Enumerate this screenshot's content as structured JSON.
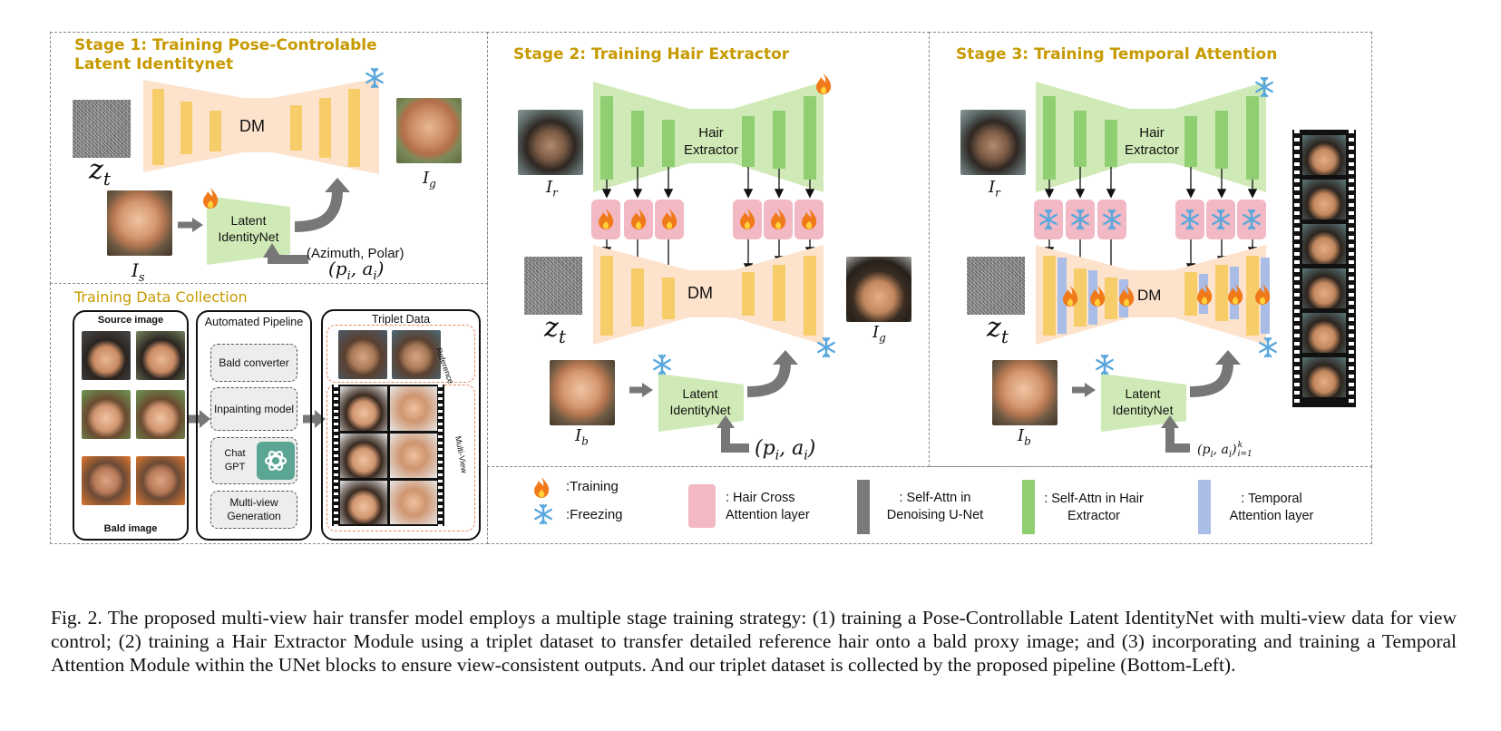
{
  "stage1": {
    "title": "Stage 1: Training Pose-Controlable Latent Identitynet",
    "dm_label": "DM",
    "zt": "z",
    "zt_sub": "t",
    "ig": "I",
    "ig_sub": "g",
    "is": "I",
    "is_sub": "s",
    "latent_label": "Latent IdentityNet",
    "azimuth_label": "(Azimuth, Polar)",
    "pose": "(p",
    "pose_i": "i",
    "pose_a": ", a",
    "pose_close": ")"
  },
  "stage2": {
    "title": "Stage 2: Training Hair Extractor",
    "hair_label": "Hair Extractor",
    "dm_label": "DM",
    "ir": "I",
    "ir_sub": "r",
    "zt": "z",
    "zt_sub": "t",
    "ig": "I",
    "ig_sub": "g",
    "ib": "I",
    "ib_sub": "b",
    "latent_label": "Latent IdentityNet",
    "pose": "(p",
    "pose_i": "i",
    "pose_a": ", a",
    "pose_close": ")"
  },
  "stage3": {
    "title": "Stage 3: Training Temporal Attention",
    "hair_label": "Hair Extractor",
    "dm_label": "DM",
    "ir": "I",
    "ir_sub": "r",
    "zt": "z",
    "zt_sub": "t",
    "ib": "I",
    "ib_sub": "b",
    "latent_label": "Latent IdentityNet",
    "pose": "(p",
    "pose_i": "i",
    "pose_a": ", a",
    "pose_close": ")",
    "pose_sup": "k",
    "pose_sub": "i=1"
  },
  "data_collection": {
    "title": "Training Data Collection",
    "source_label": "Source image",
    "bald_label": "Bald image",
    "pipeline_label": "Automated Pipeline",
    "steps": [
      "Bald converter",
      "Inpainting model",
      "Chat GPT",
      "Multi-view Generation"
    ],
    "triplet_label": "Triplet Data",
    "reference_label": "Reference",
    "multiview_label": "Multi-View"
  },
  "legend": {
    "training": ":Training",
    "freezing": ":Freezing",
    "hair_cross": ": Hair Cross Attention layer",
    "self_attn_unet": ": Self-Attn in Denoising U-Net",
    "self_attn_hair": ": Self-Attn in Hair Extractor",
    "temporal": ": Temporal Attention layer"
  },
  "colors": {
    "stage_title": "#c79a00",
    "unet_bg": "#fde2cc",
    "unet_bar": "#f6cd69",
    "hair_bg": "#cfeab6",
    "hair_bar": "#8fcf72",
    "cross_attn": "#f2b8c4",
    "temporal": "#a9bde6",
    "arrow": "#777777",
    "fire": "#f07a1a",
    "snow": "#5aa7dd"
  },
  "icons": [
    "fire-icon",
    "snowflake-icon",
    "chatgpt-logo-icon",
    "arrow-icon"
  ],
  "caption": "Fig. 2.  The proposed multi-view hair transfer model employs a multiple stage training strategy: (1) training a Pose-Controllable Latent IdentityNet with multi-view data for view control; (2) training a Hair Extractor Module using a triplet dataset to transfer detailed reference hair onto a bald proxy image; and (3) incorporating and training a Temporal Attention Module within the UNet blocks to ensure view-consistent outputs. And our triplet dataset is collected by the proposed pipeline (Bottom-Left)."
}
